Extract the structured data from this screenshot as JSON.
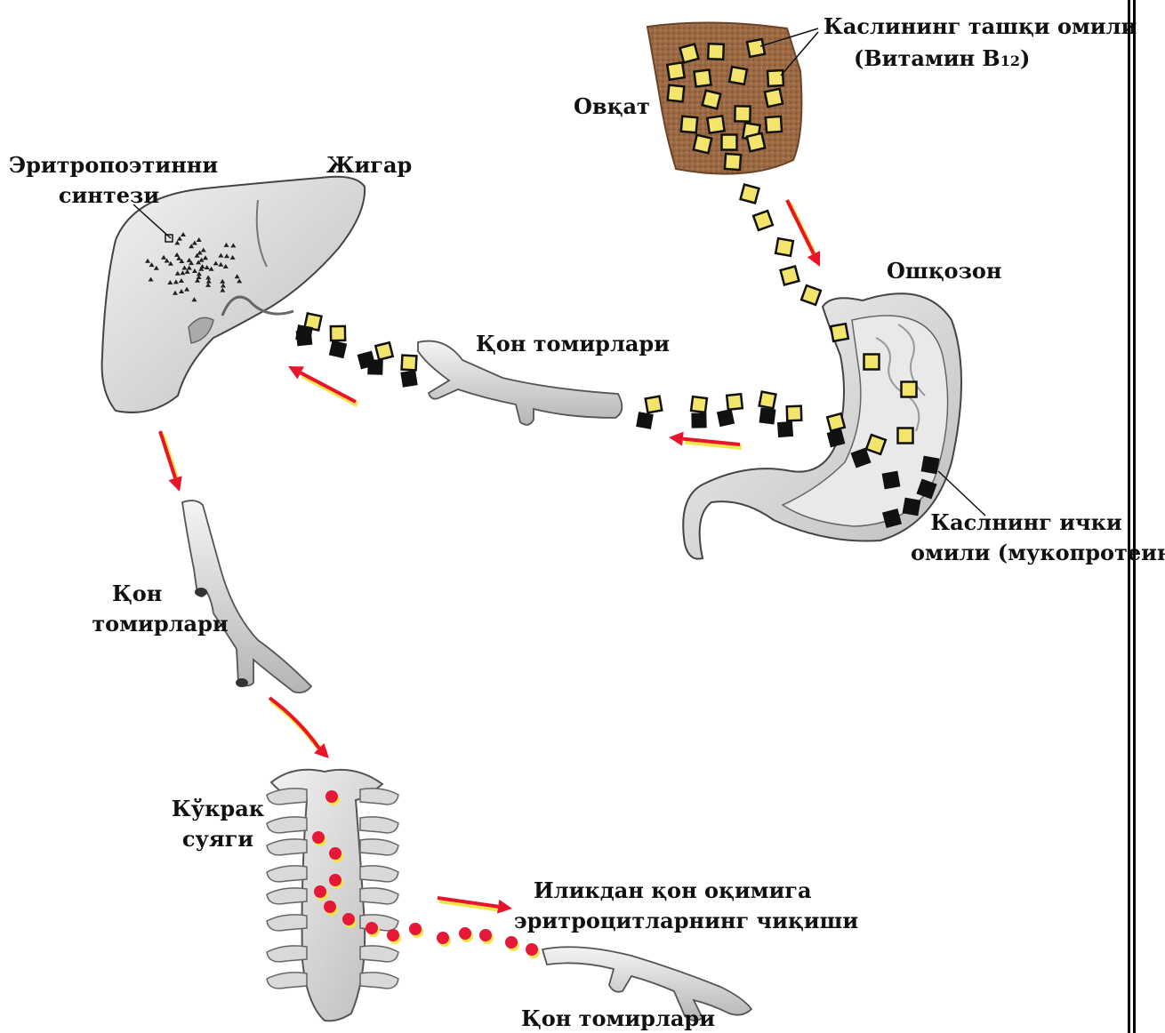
{
  "labels": {
    "external_factor": "Каслининг ташқи омили",
    "vitamin_prefix": "(Витамин B",
    "vitamin_sub": "12",
    "vitamin_suffix": ")",
    "food": "Овқат",
    "erythro_line1": "Эритропоэтинни",
    "erythro_line2": "синтези",
    "liver": "Жигар",
    "stomach": "Ошқозон",
    "vessels_top": "Қон томирлари",
    "internal_line1": "Каслнинг ички",
    "internal_line2": "омили (мукопротеин)",
    "vessels_left_line1": "Қон",
    "vessels_left_line2": "томирлари",
    "sternum_line1": "Кўкрак",
    "sternum_line2": "суяги",
    "exit_line1": "Иликдан қон оқимига",
    "exit_line2": "эритроцитларнинг чиқиши",
    "vessels_bottom": "Қон томирлари"
  },
  "colors": {
    "arrow": "#e8142c",
    "arrow_shadow": "#f2e64a",
    "vitamin_square": "#f3e46c",
    "intrinsic_square": "#111111",
    "rbc_dot": "#e51937",
    "food": "#9c6a45",
    "organ": "#e4e4e4"
  }
}
